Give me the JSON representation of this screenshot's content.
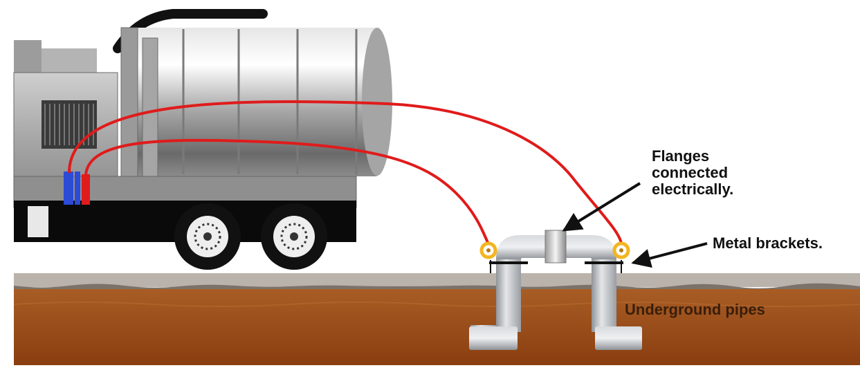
{
  "labels": {
    "flanges_line1": "Flanges",
    "flanges_line2": "connected",
    "flanges_line3": "electrically.",
    "metal_brackets": "Metal brackets.",
    "underground_pipes": "Underground pipes"
  },
  "colors": {
    "background": "#ffffff",
    "ground_surface": "#b9b3ab",
    "soil_top": "#a45a24",
    "soil_bottom": "#8a3f10",
    "bonding_cable": "#e01b1b",
    "clamp": "#f3b521",
    "pipe": "#b8bcc1",
    "truck_body": "#9a9a9a",
    "truck_frame": "#0a0a0a",
    "tire": "#111111"
  },
  "icons": [
    "vacuum-truck",
    "tank",
    "cable-clamp",
    "flange-coupling",
    "arrow"
  ]
}
